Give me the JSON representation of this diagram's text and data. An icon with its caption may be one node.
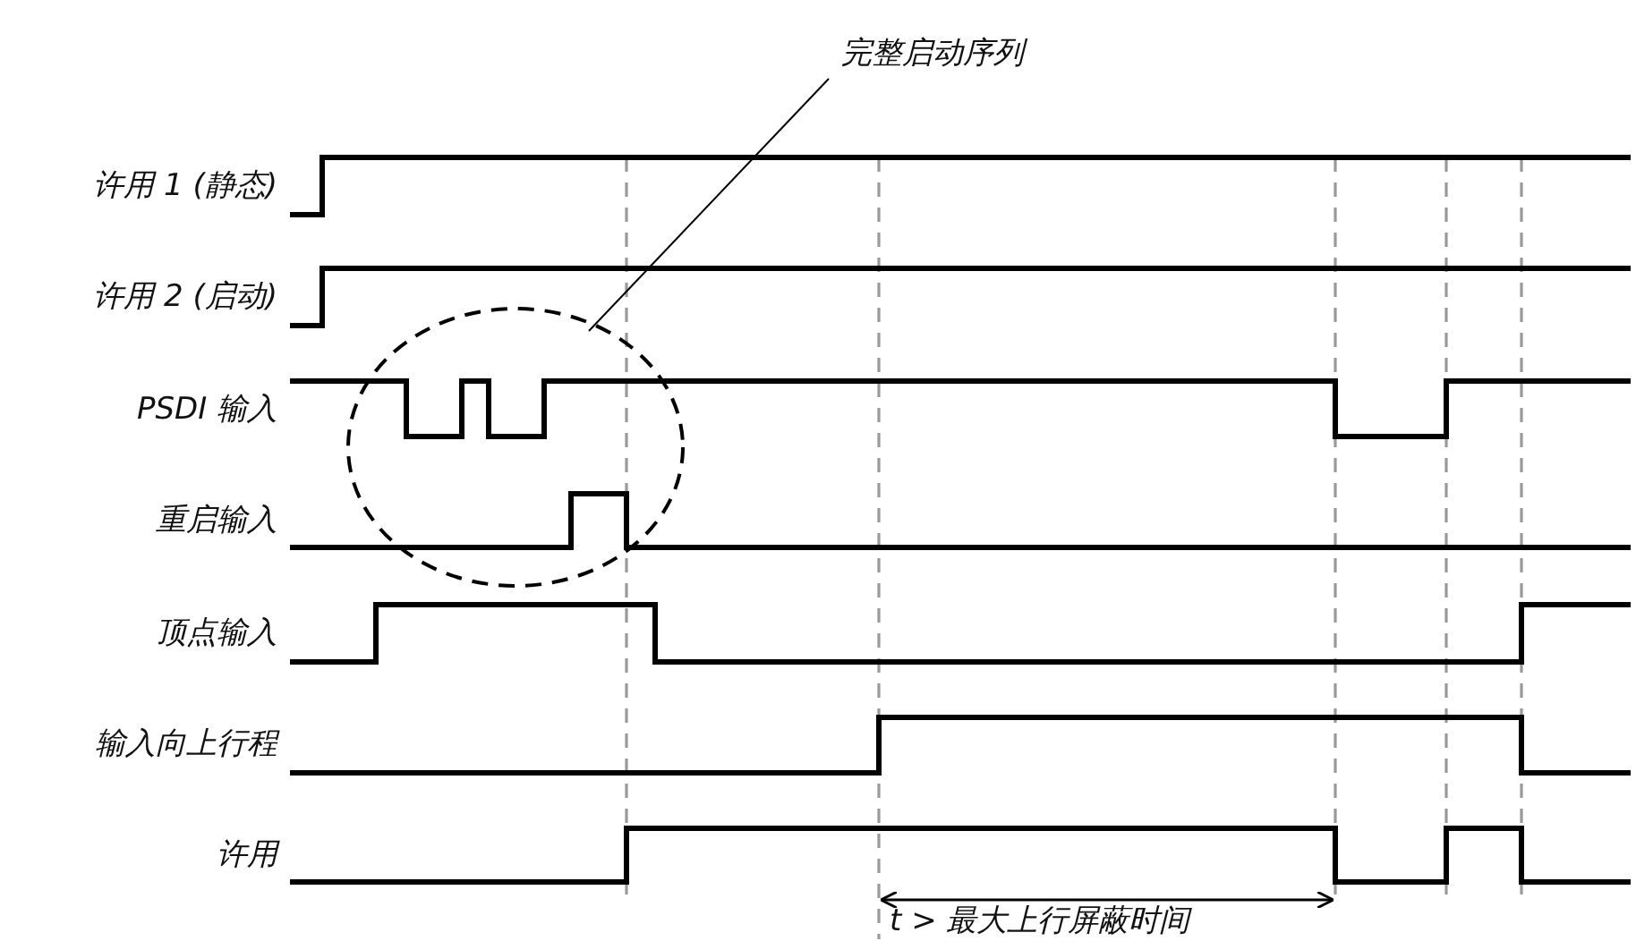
{
  "diagram": {
    "nodes": [
      {
        "text": [
          "完整启动序列"
        ]
      },
      {
        "text": [],
        "shape": "circle"
      }
    ],
    "edges": [
      {
        "from": 0,
        "to": 1,
        "arrow": "none"
      }
    ],
    "labels": [
      "许用 1 (静态)",
      "许用 2 (启动)",
      "PSDI 输入",
      "重启输入",
      "顶点输入",
      "输入向上行程",
      "许用",
      "t > 最大上行屏蔽时间"
    ]
  }
}
